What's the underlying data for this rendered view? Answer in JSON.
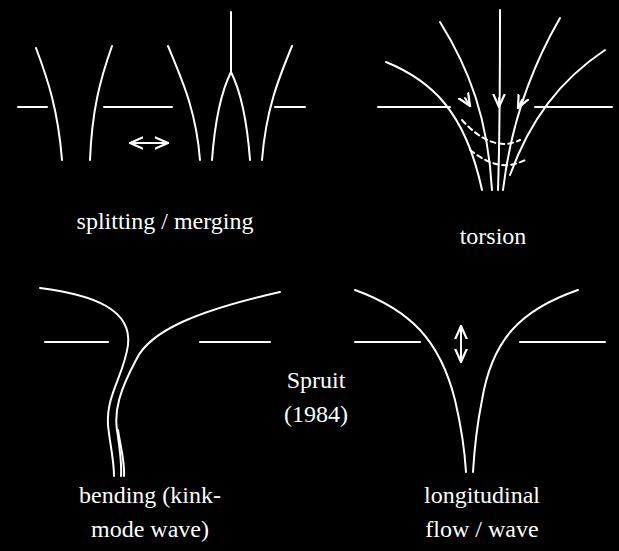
{
  "diagram": {
    "labels": [
      "splitting / merging",
      "torsion",
      "Spruit (1984)",
      "bending (kink-mode wave)",
      "longitudinal flow / wave"
    ]
  }
}
